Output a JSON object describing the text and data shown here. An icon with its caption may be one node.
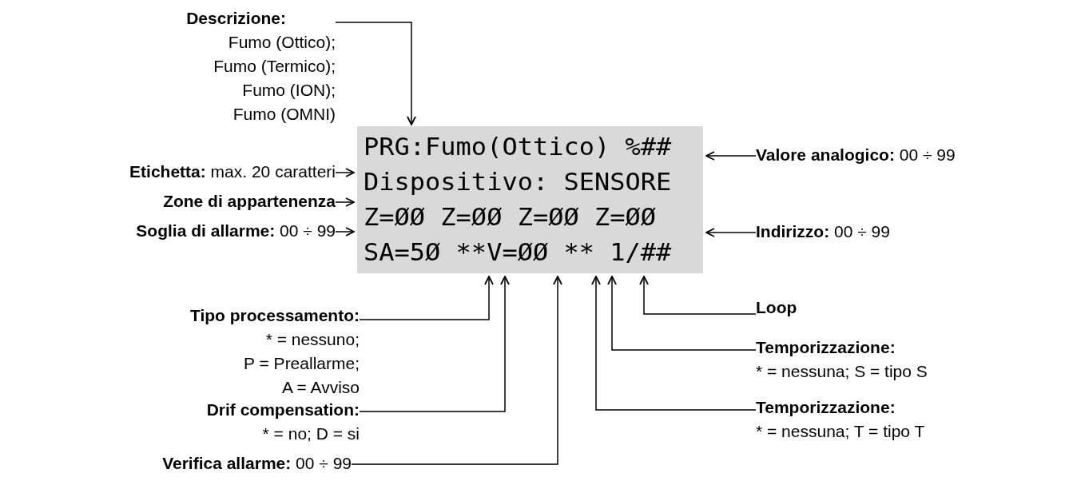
{
  "diagram": {
    "nodes": [
      {
        "text": [
          "PRG:Fumo(Ottico) %##",
          "Dispositivo: SENSORE",
          "Z=ØØ Z=ØØ Z=ØØ Z=ØØ",
          "SA=5Ø **V=ØØ ** 1/##"
        ]
      },
      {
        "text": [
          "Descrizione:",
          "Fumo (Ottico);",
          "Fumo (Termico);",
          "Fumo (ION);",
          "Fumo (OMNI)"
        ]
      },
      {
        "text": [
          "**Etichetta:** max. 20 caratteri"
        ]
      },
      {
        "text": [
          "Zone di appartenenza"
        ]
      },
      {
        "text": [
          "**Soglia di allarme:** 00 ÷ 99"
        ]
      },
      {
        "text": [
          "**Valore analogico:** 00 ÷ 99"
        ]
      },
      {
        "text": [
          "**Indirizzo:** 00 ÷ 99"
        ]
      },
      {
        "text": [
          "Tipo processamento:",
          "* = nessuno;",
          "P = Preallarme;",
          "A = Avviso"
        ]
      },
      {
        "text": [
          "Drif compensation:",
          "* = no; D = si"
        ]
      },
      {
        "text": [
          "**Verifica allarme:** 00 ÷ 99"
        ]
      },
      {
        "text": [
          "Loop"
        ]
      },
      {
        "text": [
          "Temporizzazione:",
          "* = nessuna; S = tipo S"
        ]
      },
      {
        "text": [
          "Temporizzazione:",
          "* = nessuna; T = tipo T"
        ]
      }
    ],
    "edges": [
      {
        "from": 1,
        "to": 0,
        "arrow": "to"
      },
      {
        "from": 2,
        "to": 0,
        "arrow": "to"
      },
      {
        "from": 3,
        "to": 0,
        "arrow": "to"
      },
      {
        "from": 4,
        "to": 0,
        "arrow": "to"
      },
      {
        "from": 5,
        "to": 0,
        "arrow": "to"
      },
      {
        "from": 6,
        "to": 0,
        "arrow": "to"
      },
      {
        "from": 7,
        "to": 0,
        "arrow": "to"
      },
      {
        "from": 8,
        "to": 0,
        "arrow": "to"
      },
      {
        "from": 9,
        "to": 0,
        "arrow": "to"
      },
      {
        "from": 10,
        "to": 0,
        "arrow": "to"
      },
      {
        "from": 11,
        "to": 0,
        "arrow": "to"
      },
      {
        "from": 12,
        "to": 0,
        "arrow": "to"
      }
    ]
  }
}
